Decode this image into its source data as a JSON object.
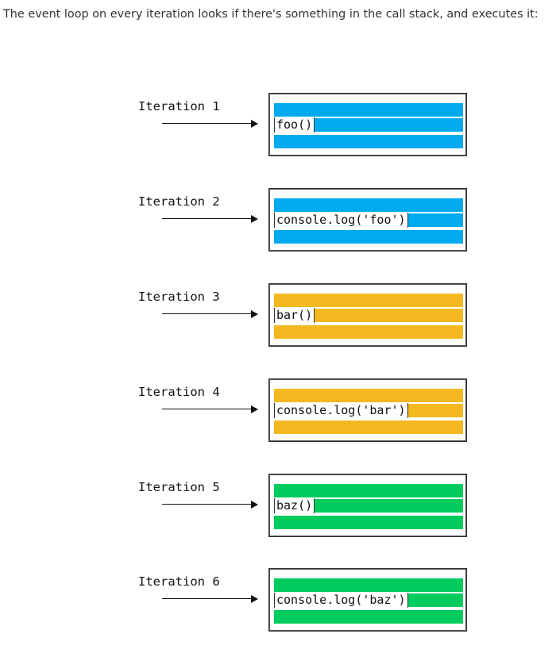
{
  "intro_text": "The event loop on every iteration looks if there's something in the call stack, and executes it:",
  "colors": {
    "blue": "#00aaee",
    "orange": "#f4b920",
    "green": "#00cc5e"
  },
  "iterations": [
    {
      "label": "Iteration 1",
      "code": "foo()",
      "color": "#00aaee"
    },
    {
      "label": "Iteration 2",
      "code": "console.log('foo')",
      "color": "#00aaee"
    },
    {
      "label": "Iteration 3",
      "code": "bar()",
      "color": "#f4b920"
    },
    {
      "label": "Iteration 4",
      "code": "console.log('bar')",
      "color": "#f4b920"
    },
    {
      "label": "Iteration 5",
      "code": "baz()",
      "color": "#00cc5e"
    },
    {
      "label": "Iteration 6",
      "code": "console.log('baz')",
      "color": "#00cc5e"
    }
  ]
}
